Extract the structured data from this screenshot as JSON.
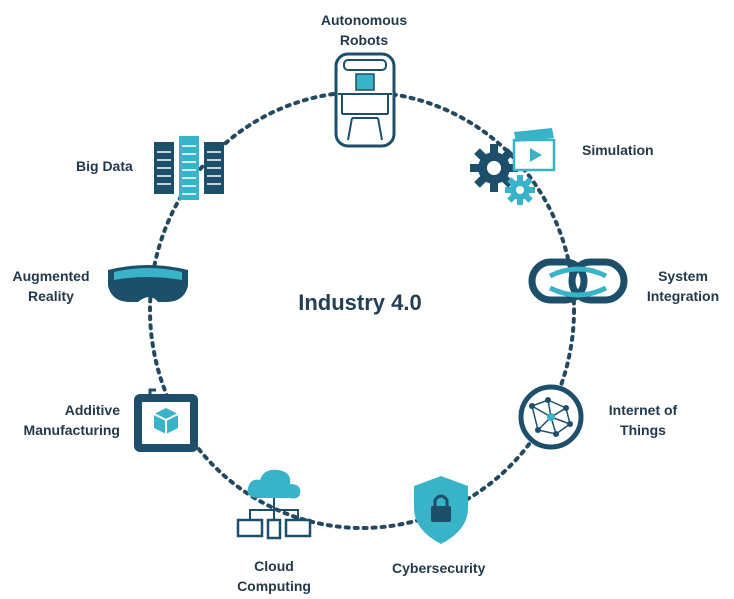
{
  "title": "Industry 4.0",
  "nodes": [
    {
      "label": "Autonomous\nRobots",
      "icon": "autonomous-vehicle-icon"
    },
    {
      "label": "Simulation",
      "icon": "gears-and-clapperboard-icon"
    },
    {
      "label": "System\nIntegration",
      "icon": "chain-link-icon"
    },
    {
      "label": "Internet of\nThings",
      "icon": "network-globe-icon"
    },
    {
      "label": "Cybersecurity",
      "icon": "shield-lock-icon"
    },
    {
      "label": "Cloud\nComputing",
      "icon": "cloud-devices-icon"
    },
    {
      "label": "Additive\nManufacturing",
      "icon": "3d-printer-icon"
    },
    {
      "label": "Augmented\nReality",
      "icon": "ar-headset-icon"
    },
    {
      "label": "Big Data",
      "icon": "server-racks-icon"
    }
  ],
  "colors": {
    "navy": "#1d4f6b",
    "teal": "#38b3c7",
    "dark_text": "#22394b",
    "ring_dots": "#24495f"
  }
}
